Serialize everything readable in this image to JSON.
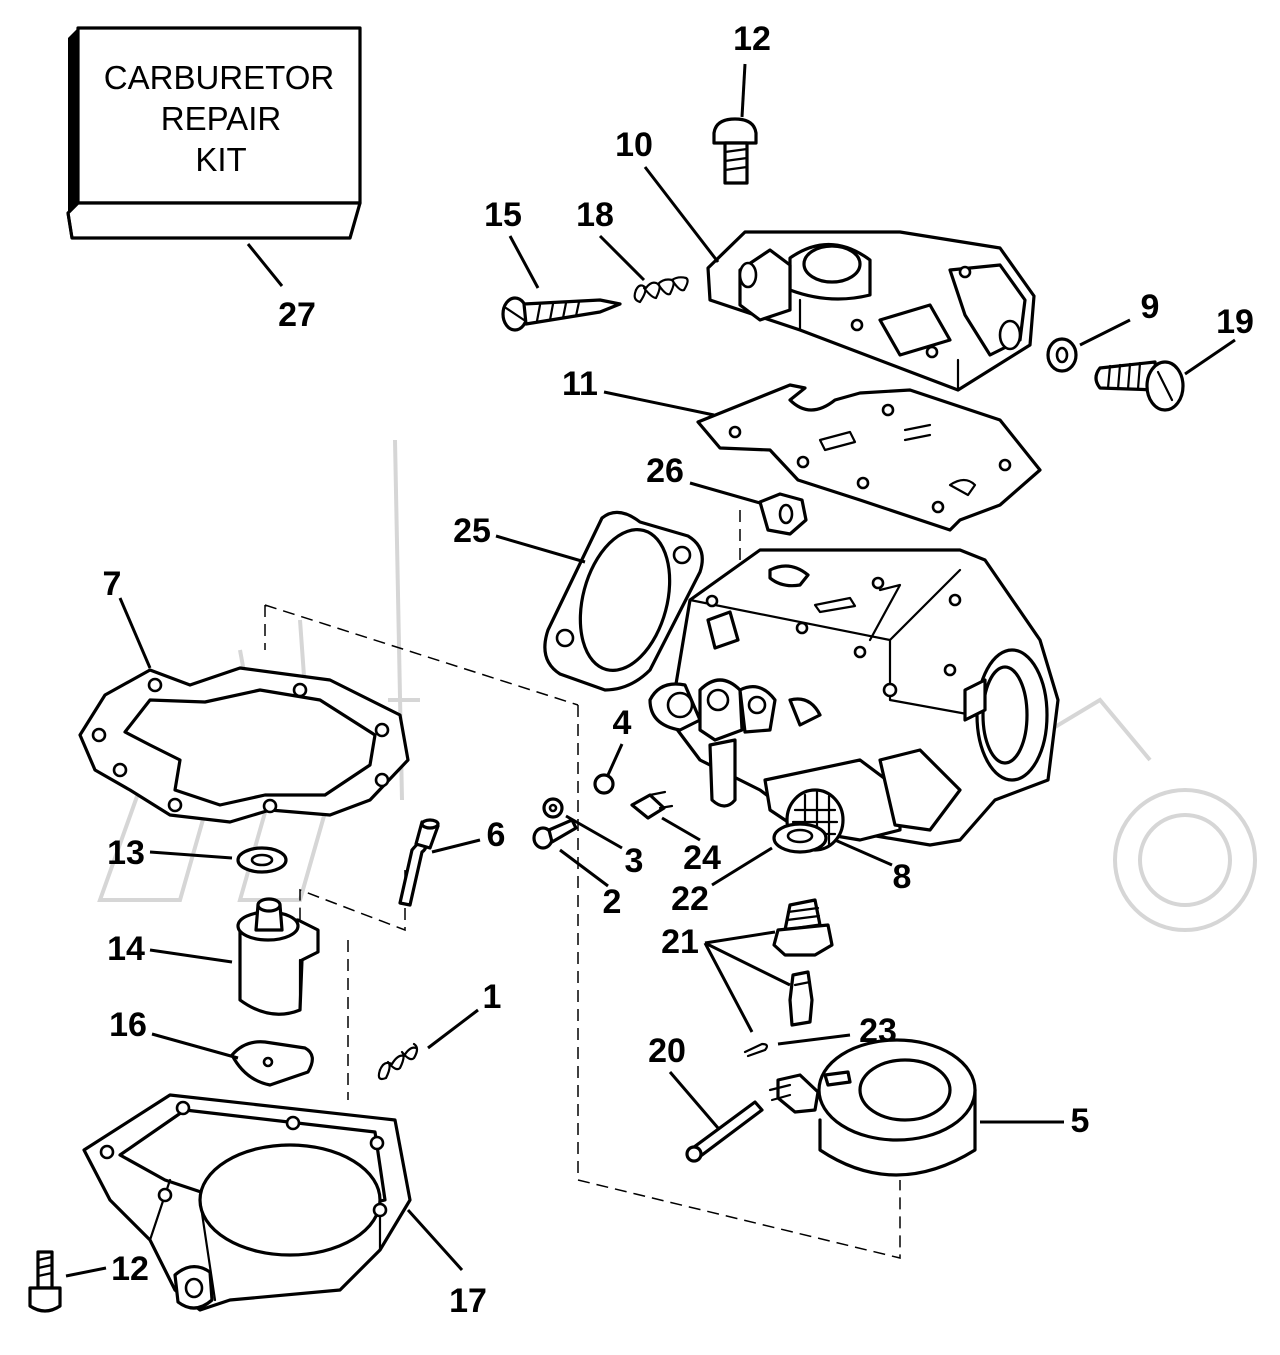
{
  "kit_label": {
    "line1": "CARBURETOR",
    "line2": "REPAIR",
    "line3": "KIT"
  },
  "callouts": {
    "p1": "1",
    "p2": "2",
    "p3": "3",
    "p4": "4",
    "p5": "5",
    "p6": "6",
    "p7": "7",
    "p8": "8",
    "p9": "9",
    "p10": "10",
    "p11": "11",
    "p12_top": "12",
    "p12_bottom": "12",
    "p13": "13",
    "p14": "14",
    "p15": "15",
    "p16": "16",
    "p17": "17",
    "p18": "18",
    "p19": "19",
    "p20": "20",
    "p21": "21",
    "p22": "22",
    "p23": "23",
    "p24": "24",
    "p25": "25",
    "p26": "26",
    "p27": "27"
  }
}
